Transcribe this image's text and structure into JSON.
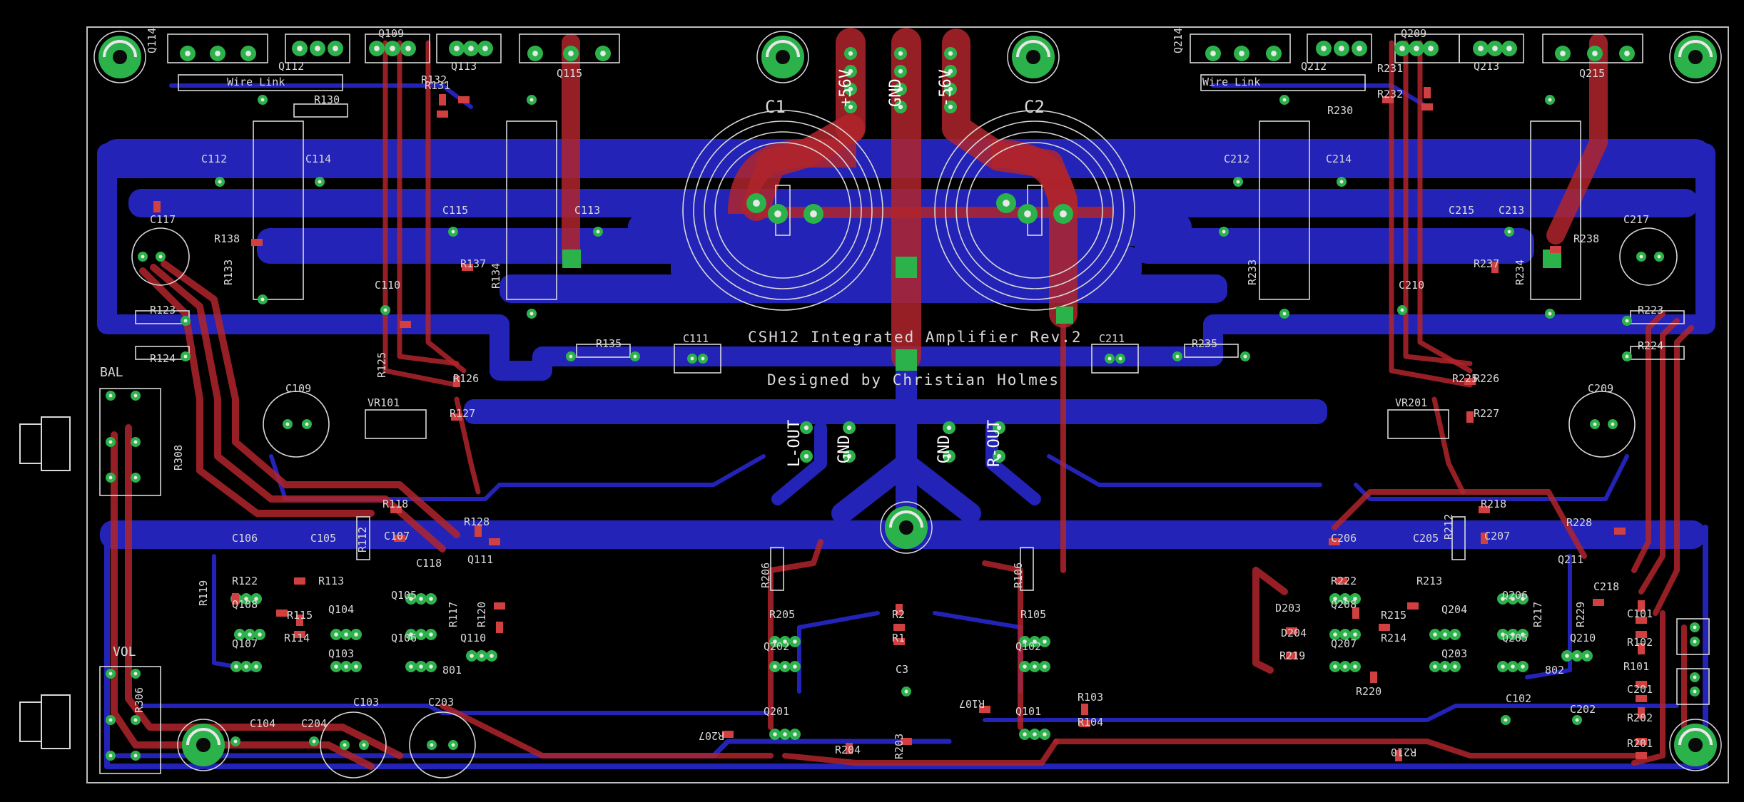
{
  "colors": {
    "background": "#000000",
    "outline": "#bdbdbd",
    "top_copper": "#b0242c",
    "bottom_copper": "#2323b8",
    "pad": "#2cb24a",
    "hole": "#e8e8e8",
    "silk": "#d8d8d8",
    "smd": "#d04040"
  },
  "board": {
    "title": "CSH12 Integrated Amplifier Rev.2",
    "designer": "Designed by Christian Holmes"
  },
  "power_terminals": [
    "+56V",
    "GND",
    "-56V"
  ],
  "output_terminals": [
    "L-OUT",
    "GND",
    "GND",
    "R-OUT"
  ],
  "big_caps": [
    "C1",
    "C2"
  ],
  "input_labels": [
    "VOL",
    "BAL"
  ],
  "labels": {
    "left": [
      "Q114",
      "Q112",
      "Q109",
      "Q113",
      "Q115",
      "Wire Link",
      "R130",
      "R131",
      "R132",
      "R138",
      "C112",
      "C114",
      "C115",
      "C113",
      "C117",
      "R133",
      "R137",
      "R134",
      "C110",
      "R123",
      "R124",
      "R135",
      "C111",
      "R125",
      "R126",
      "R127",
      "VR101",
      "C109",
      "R118",
      "R128",
      "C106",
      "C105",
      "C107",
      "R112",
      "R113",
      "R119",
      "R122",
      "R115",
      "R114",
      "C118",
      "Q111",
      "Q108",
      "Q107",
      "Q104",
      "Q103",
      "Q105",
      "Q106",
      "Q110",
      "R117",
      "R120",
      "801",
      "C103",
      "C203",
      "C104",
      "C204",
      "R308",
      "R306"
    ],
    "center": [
      "R206",
      "R106",
      "R205",
      "R2",
      "R1",
      "R105",
      "Q202",
      "Q102",
      "C3",
      "Q201",
      "Q101",
      "R207",
      "R107",
      "R103",
      "R104",
      "R204",
      "R203"
    ],
    "right": [
      "Q214",
      "Q212",
      "Q209",
      "Q213",
      "Q215",
      "Wire Link",
      "R231",
      "R232",
      "R230",
      "C212",
      "C214",
      "C215",
      "C213",
      "C217",
      "R233",
      "R234",
      "R237",
      "R238",
      "C210",
      "R235",
      "C211",
      "R223",
      "R224",
      "R225",
      "R226",
      "R227",
      "VR201",
      "C209",
      "R218",
      "R228",
      "C206",
      "C205",
      "C207",
      "R212",
      "R213",
      "R222",
      "R215",
      "R214",
      "R219",
      "R220",
      "D203",
      "D204",
      "Q211",
      "Q208",
      "Q207",
      "Q204",
      "Q203",
      "Q206",
      "Q205",
      "Q210",
      "R217",
      "R229",
      "C218",
      "C101",
      "R102",
      "R101",
      "802",
      "C102",
      "C202",
      "C201",
      "R202",
      "R201",
      "R210"
    ]
  }
}
